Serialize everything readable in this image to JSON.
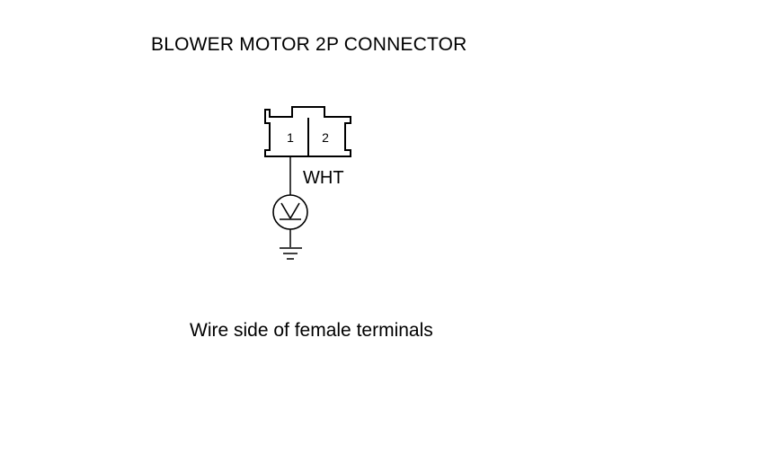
{
  "title": "BLOWER MOTOR 2P CONNECTOR",
  "connector": {
    "terminals": [
      "1",
      "2"
    ],
    "wire_color": "WHT"
  },
  "meter_icon": "voltmeter-icon",
  "ground_icon": "ground-icon",
  "caption": "Wire side of female terminals",
  "colors": {
    "line": "#000000",
    "background": "#ffffff"
  }
}
